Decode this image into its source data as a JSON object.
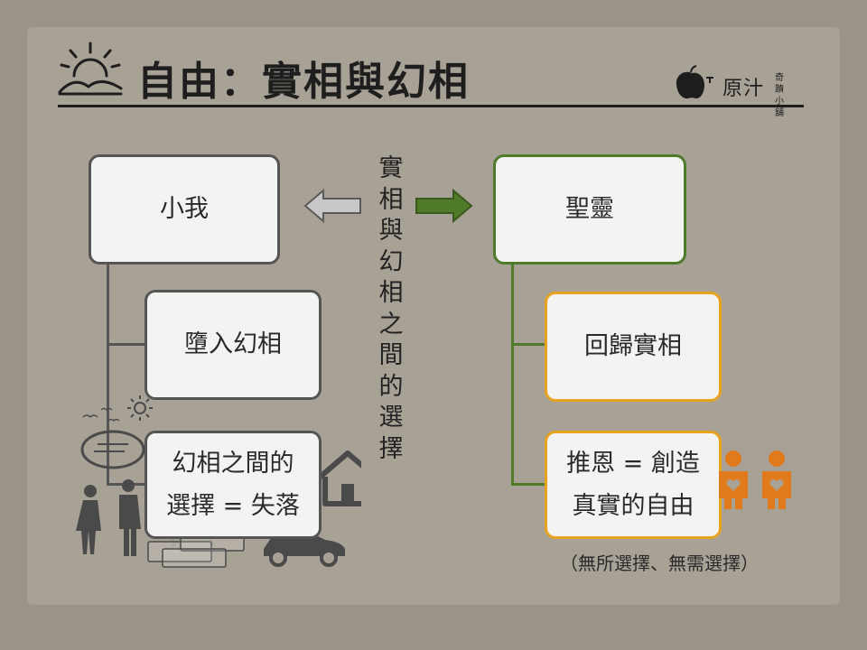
{
  "title": "自由：實相與幻相",
  "brand": {
    "name": "原汁",
    "small": "奇蹟小舖"
  },
  "center_label": "實相與幻相之間的選擇",
  "left": {
    "top": "小我",
    "mid": "墮入幻相",
    "bottom_line1": "幻相之間的",
    "bottom_line2": "選擇 = 失落"
  },
  "right": {
    "top": "聖靈",
    "mid": "回歸實相",
    "bottom_line1": "推恩 = 創造",
    "bottom_line2": "真實的自由",
    "note": "（無所選擇、無需選擇）"
  },
  "colors": {
    "left_arrow": "#c8c8c8",
    "right_arrow": "#4f7a2a",
    "green_border": "#4f7a2a",
    "orange_border": "#e7a21e",
    "icon_dark": "#4a4a4a",
    "icon_orange": "#e07a1a"
  },
  "icons": [
    "sunrise-icon",
    "apple-logo-icon",
    "people-icon",
    "money-icon",
    "house-icon",
    "car-icon",
    "sun-icon",
    "birds-icon",
    "thought-bubble-icon",
    "family-icon"
  ]
}
